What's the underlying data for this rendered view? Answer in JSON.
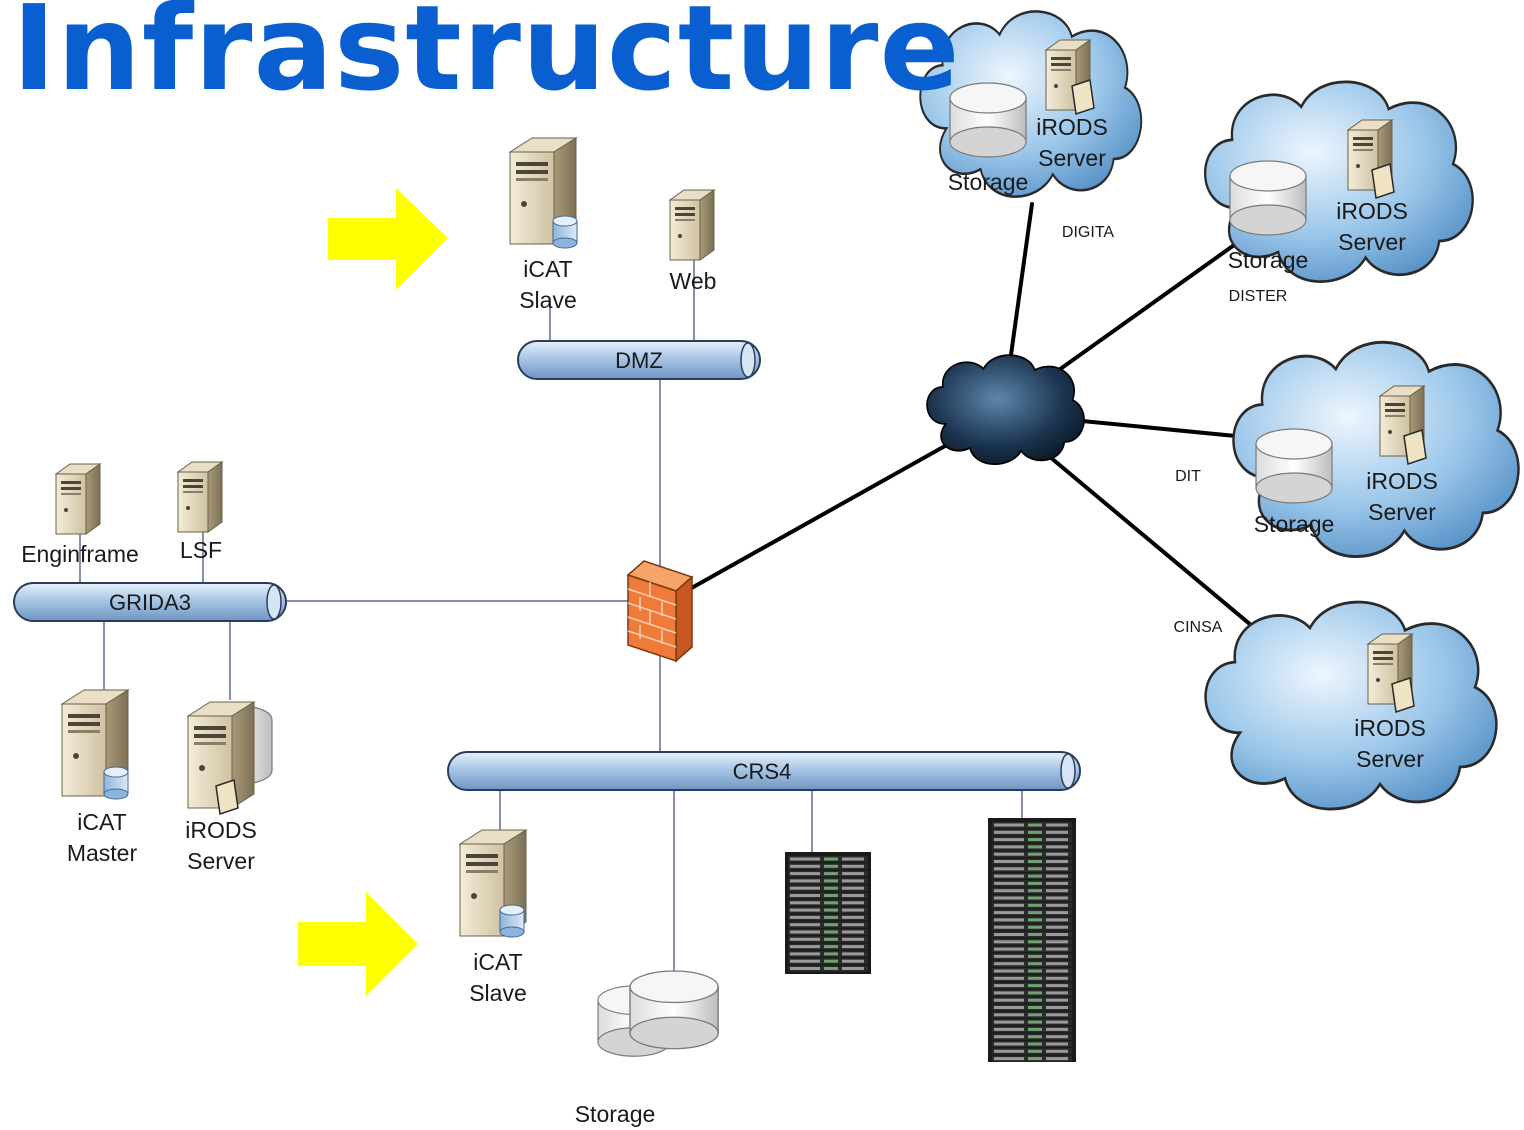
{
  "title": "Infrastructure",
  "buses": {
    "dmz": "DMZ",
    "grida3": "GRIDA3",
    "crs4": "CRS4"
  },
  "dmz_nodes": {
    "icat_slave_line1": "iCAT",
    "icat_slave_line2": "Slave",
    "web": "Web"
  },
  "grida3_nodes": {
    "enginframe": "Enginframe",
    "lsf": "LSF",
    "icat_master_line1": "iCAT",
    "icat_master_line2": "Master",
    "irods_line1": "iRODS",
    "irods_line2": "Server"
  },
  "crs4_nodes": {
    "icat_slave_line1": "iCAT",
    "icat_slave_line2": "Slave",
    "storage": "Storage"
  },
  "remote_sites": {
    "digita": {
      "link": "DIGITA",
      "irods_line1": "iRODS",
      "irods_line2": "Server",
      "storage": "Storage"
    },
    "dister": {
      "link": "DISTER",
      "irods_line1": "iRODS",
      "irods_line2": "Server",
      "storage": "Storage"
    },
    "dit": {
      "link": "DIT",
      "irods_line1": "iRODS",
      "irods_line2": "Server",
      "storage": "Storage"
    },
    "cinsa": {
      "link": "CINSA",
      "irods_line1": "iRODS",
      "irods_line2": "Server"
    }
  },
  "colors": {
    "title": "#0a5fd0",
    "arrow": "#ffff00",
    "bus": "#9cbde0",
    "cloud": "#8fbde6",
    "firewall": "#f07030"
  },
  "icons": [
    "server-icon",
    "database-server-icon",
    "storage-icon",
    "firewall-icon",
    "internet-cloud-icon",
    "rack-icon",
    "arrow-icon"
  ]
}
